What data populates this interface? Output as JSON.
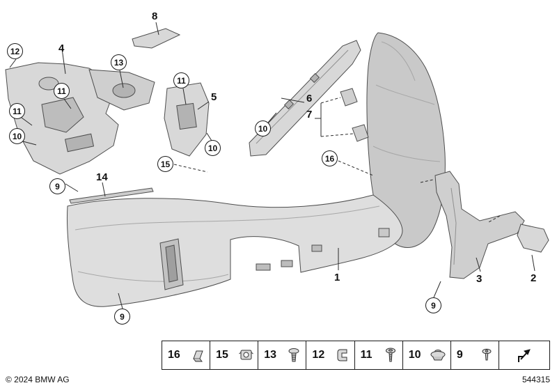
{
  "page": {
    "copyright": "© 2024 BMW AG",
    "diagram_number": "544315"
  },
  "callouts": [
    {
      "label": "8"
    },
    {
      "label": "12"
    },
    {
      "label": "4"
    },
    {
      "label": "13"
    },
    {
      "label": "11"
    },
    {
      "label": "11"
    },
    {
      "label": "10"
    },
    {
      "label": "11"
    },
    {
      "label": "5"
    },
    {
      "label": "6"
    },
    {
      "label": "7"
    },
    {
      "label": "10"
    },
    {
      "label": "10"
    },
    {
      "label": "15"
    },
    {
      "label": "16"
    },
    {
      "label": "9"
    },
    {
      "label": "14"
    },
    {
      "label": "1"
    },
    {
      "label": "3"
    },
    {
      "label": "2"
    },
    {
      "label": "9"
    },
    {
      "label": "9"
    }
  ],
  "legend": {
    "items": [
      {
        "label": "16",
        "icon": "clip-nut-icon"
      },
      {
        "label": "15",
        "icon": "cage-nut-icon"
      },
      {
        "label": "13",
        "icon": "expansion-rivet-icon"
      },
      {
        "label": "12",
        "icon": "spring-clip-icon"
      },
      {
        "label": "11",
        "icon": "screw-icon"
      },
      {
        "label": "10",
        "icon": "plastic-nut-icon"
      },
      {
        "label": "9",
        "icon": "tapping-screw-icon"
      }
    ],
    "symbol_icon": "assembly-direction-arrow-icon"
  }
}
